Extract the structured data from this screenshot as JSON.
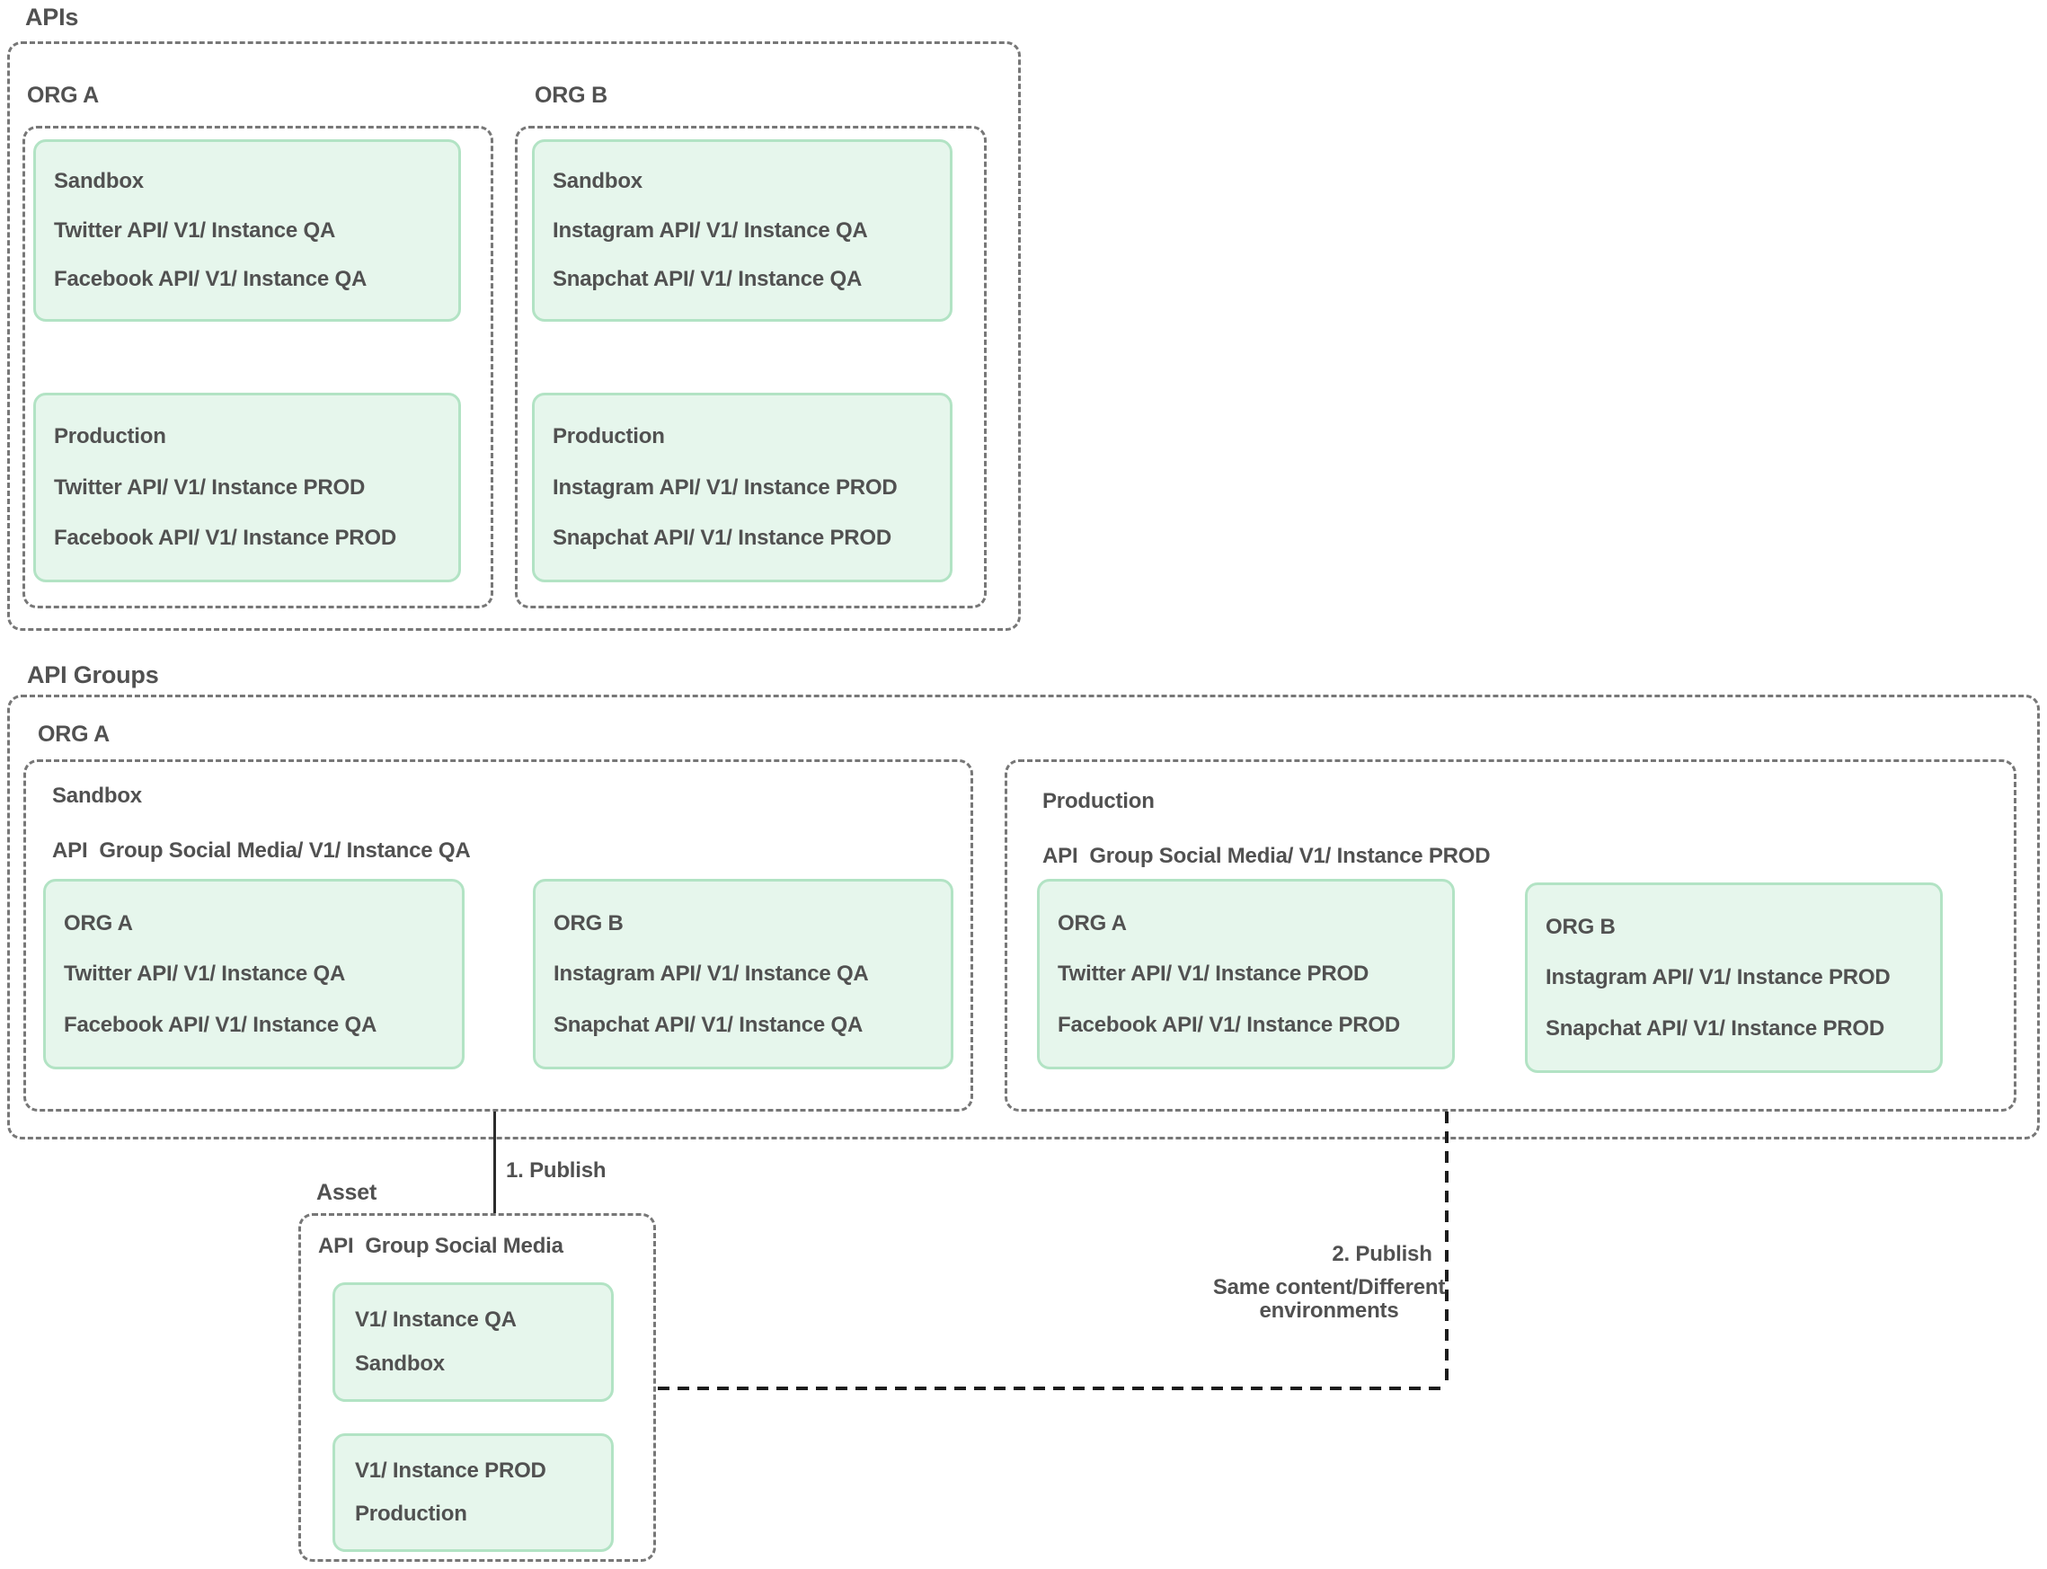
{
  "apis": {
    "title": "APIs",
    "org_a": {
      "label": "ORG A",
      "sandbox": {
        "title": "Sandbox",
        "items": [
          "Twitter API/ V1/ Instance QA",
          "Facebook API/ V1/ Instance QA"
        ]
      },
      "production": {
        "title": "Production",
        "items": [
          "Twitter API/ V1/ Instance PROD",
          "Facebook API/ V1/ Instance PROD"
        ]
      }
    },
    "org_b": {
      "label": "ORG B",
      "sandbox": {
        "title": "Sandbox",
        "items": [
          "Instagram API/ V1/ Instance QA",
          "Snapchat API/ V1/ Instance QA"
        ]
      },
      "production": {
        "title": "Production",
        "items": [
          "Instagram API/ V1/ Instance PROD",
          "Snapchat API/ V1/ Instance PROD"
        ]
      }
    }
  },
  "api_groups": {
    "title": "API Groups",
    "org_label": "ORG A",
    "sandbox": {
      "label": "Sandbox",
      "group_instance": "API  Group Social Media/ V1/ Instance QA",
      "org_a": {
        "title": "ORG A",
        "items": [
          "Twitter API/ V1/ Instance QA",
          "Facebook API/ V1/ Instance QA"
        ]
      },
      "org_b": {
        "title": "ORG B",
        "items": [
          "Instagram API/ V1/ Instance QA",
          "Snapchat API/ V1/ Instance QA"
        ]
      }
    },
    "production": {
      "label": "Production",
      "group_instance": "API  Group Social Media/ V1/ Instance PROD",
      "org_a": {
        "title": "ORG A",
        "items": [
          "Twitter API/ V1/ Instance PROD",
          "Facebook API/ V1/ Instance PROD"
        ]
      },
      "org_b": {
        "title": "ORG B",
        "items": [
          "Instagram API/ V1/ Instance PROD",
          "Snapchat API/ V1/ Instance PROD"
        ]
      }
    }
  },
  "asset": {
    "title": "Asset",
    "group_name": "API  Group Social Media",
    "instances": [
      {
        "name": "V1/ Instance QA",
        "env": "Sandbox"
      },
      {
        "name": "V1/ Instance PROD",
        "env": "Production"
      }
    ]
  },
  "connectors": {
    "step1": "1. Publish",
    "step2": "2. Publish",
    "step2_note": "Same content/Different environments"
  },
  "colors": {
    "box_fill": "#e6f6ec",
    "box_border": "#b2e3c4",
    "dashed_container_border": "#777777",
    "text": "#515151",
    "connector_line": "#1c1c1c"
  }
}
